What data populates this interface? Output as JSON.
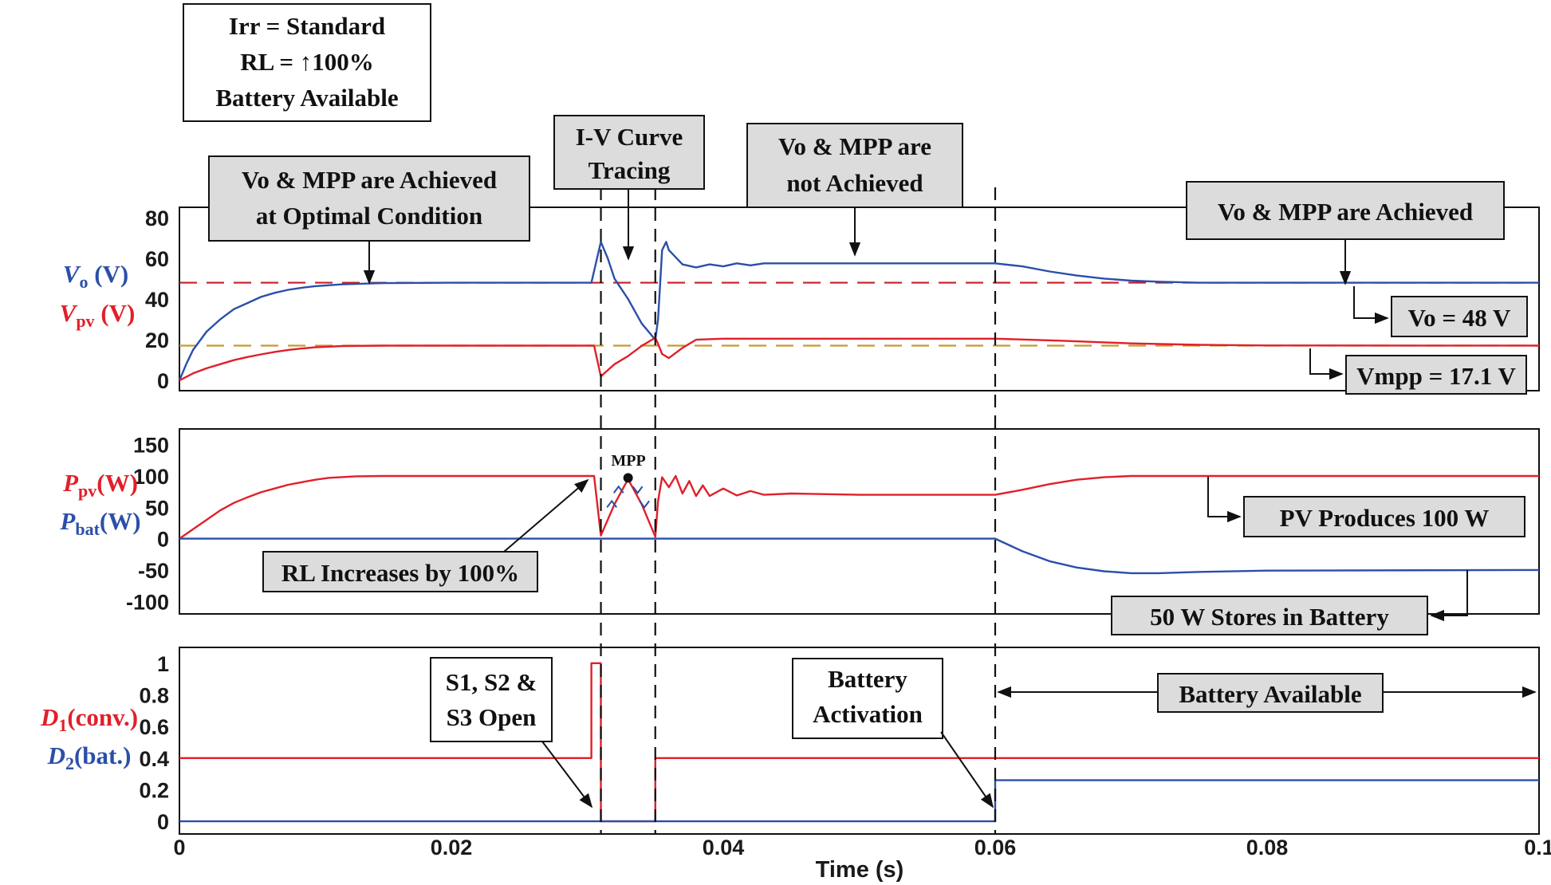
{
  "chart_data": {
    "type": "line",
    "xlabel": "Time (s)",
    "xlim": [
      0,
      0.1
    ],
    "x_ticks": [
      "0",
      "0.02",
      "0.04",
      "0.06",
      "0.08",
      "0.1"
    ],
    "condition_box": [
      "Irr = Standard",
      "RL = ↑100%",
      "Battery Available"
    ],
    "event_lines_s": [
      0.031,
      0.035,
      0.06
    ],
    "panels": [
      {
        "id": "voltage",
        "ylim": [
          -5,
          85
        ],
        "y_ticks": [
          0,
          20,
          40,
          60,
          80
        ],
        "ylabels": [
          {
            "main": "V",
            "sub": "o",
            "unit": " (V)",
            "color": "#2b4fa8"
          },
          {
            "main": "V",
            "sub": "pv",
            "unit": " (V)",
            "color": "#e0202a"
          }
        ],
        "series": [
          {
            "color": "#2b4fa8",
            "points": [
              [
                0,
                0
              ],
              [
                0.0005,
                8
              ],
              [
                0.001,
                15
              ],
              [
                0.002,
                24
              ],
              [
                0.003,
                30
              ],
              [
                0.004,
                35
              ],
              [
                0.005,
                38
              ],
              [
                0.006,
                41
              ],
              [
                0.007,
                43
              ],
              [
                0.008,
                44.5
              ],
              [
                0.009,
                45.5
              ],
              [
                0.01,
                46.3
              ],
              [
                0.012,
                47.2
              ],
              [
                0.015,
                47.8
              ],
              [
                0.02,
                48
              ],
              [
                0.03,
                48
              ],
              [
                0.0303,
                48
              ],
              [
                0.031,
                68
              ],
              [
                0.0315,
                60
              ],
              [
                0.032,
                50
              ],
              [
                0.033,
                40
              ],
              [
                0.034,
                28
              ],
              [
                0.035,
                20
              ],
              [
                0.0352,
                30
              ],
              [
                0.0355,
                64
              ],
              [
                0.0358,
                68
              ],
              [
                0.036,
                64
              ],
              [
                0.037,
                57
              ],
              [
                0.038,
                55.5
              ],
              [
                0.039,
                57
              ],
              [
                0.04,
                56
              ],
              [
                0.041,
                57.5
              ],
              [
                0.042,
                56.5
              ],
              [
                0.043,
                57.5
              ],
              [
                0.045,
                57.5
              ],
              [
                0.05,
                57.5
              ],
              [
                0.06,
                57.5
              ],
              [
                0.062,
                56
              ],
              [
                0.064,
                53.5
              ],
              [
                0.066,
                51.5
              ],
              [
                0.068,
                50
              ],
              [
                0.07,
                49
              ],
              [
                0.072,
                48.5
              ],
              [
                0.075,
                48
              ],
              [
                0.08,
                48
              ],
              [
                0.1,
                48
              ]
            ]
          },
          {
            "color": "#e0202a",
            "points": [
              [
                0,
                0
              ],
              [
                0.001,
                3.5
              ],
              [
                0.002,
                6
              ],
              [
                0.003,
                8
              ],
              [
                0.004,
                10
              ],
              [
                0.005,
                11.5
              ],
              [
                0.006,
                12.8
              ],
              [
                0.007,
                14
              ],
              [
                0.008,
                15
              ],
              [
                0.009,
                15.7
              ],
              [
                0.01,
                16.3
              ],
              [
                0.012,
                16.9
              ],
              [
                0.015,
                17.1
              ],
              [
                0.03,
                17.1
              ],
              [
                0.0305,
                17.1
              ],
              [
                0.031,
                2
              ],
              [
                0.0315,
                5
              ],
              [
                0.032,
                8
              ],
              [
                0.033,
                12
              ],
              [
                0.034,
                17
              ],
              [
                0.035,
                21
              ],
              [
                0.0352,
                18
              ],
              [
                0.0355,
                13
              ],
              [
                0.036,
                11
              ],
              [
                0.037,
                16
              ],
              [
                0.038,
                20
              ],
              [
                0.04,
                20.5
              ],
              [
                0.045,
                20.5
              ],
              [
                0.06,
                20.5
              ],
              [
                0.065,
                19.5
              ],
              [
                0.07,
                18.2
              ],
              [
                0.075,
                17.5
              ],
              [
                0.08,
                17.2
              ],
              [
                0.1,
                17.1
              ]
            ]
          }
        ],
        "references": [
          {
            "color": "#c81e28",
            "value": 48
          },
          {
            "color": "#c89a2e",
            "value": 17.1
          }
        ]
      },
      {
        "id": "power",
        "ylim": [
          -120,
          175
        ],
        "y_ticks": [
          150,
          100,
          50,
          0,
          -50,
          -100
        ],
        "ylabels": [
          {
            "main": "P",
            "sub": "pv",
            "unit": "(W)",
            "color": "#e0202a"
          },
          {
            "main": "P",
            "sub": "bat",
            "unit": "(W)",
            "color": "#2b4fa8"
          }
        ],
        "series": [
          {
            "color": "#e0202a",
            "points": [
              [
                0,
                0
              ],
              [
                0.001,
                15
              ],
              [
                0.002,
                30
              ],
              [
                0.003,
                45
              ],
              [
                0.004,
                57
              ],
              [
                0.005,
                66
              ],
              [
                0.006,
                74
              ],
              [
                0.007,
                80
              ],
              [
                0.008,
                86
              ],
              [
                0.009,
                90
              ],
              [
                0.01,
                94
              ],
              [
                0.011,
                97
              ],
              [
                0.013,
                99.5
              ],
              [
                0.015,
                100
              ],
              [
                0.03,
                100
              ],
              [
                0.0305,
                100
              ],
              [
                0.031,
                5
              ],
              [
                0.032,
                55
              ],
              [
                0.033,
                95
              ],
              [
                0.034,
                55
              ],
              [
                0.035,
                3
              ],
              [
                0.0352,
                60
              ],
              [
                0.0355,
                98
              ],
              [
                0.036,
                82
              ],
              [
                0.0365,
                100
              ],
              [
                0.037,
                72
              ],
              [
                0.0375,
                92
              ],
              [
                0.038,
                68
              ],
              [
                0.0385,
                85
              ],
              [
                0.039,
                68
              ],
              [
                0.04,
                80
              ],
              [
                0.041,
                69
              ],
              [
                0.042,
                76
              ],
              [
                0.043,
                70
              ],
              [
                0.045,
                72
              ],
              [
                0.05,
                70
              ],
              [
                0.06,
                70
              ],
              [
                0.062,
                78
              ],
              [
                0.064,
                87
              ],
              [
                0.066,
                94
              ],
              [
                0.068,
                98
              ],
              [
                0.07,
                100
              ],
              [
                0.1,
                100
              ]
            ]
          },
          {
            "color": "#2b4fa8",
            "points": [
              [
                0,
                0
              ],
              [
                0.06,
                0
              ],
              [
                0.062,
                -20
              ],
              [
                0.064,
                -36
              ],
              [
                0.066,
                -46
              ],
              [
                0.068,
                -52
              ],
              [
                0.07,
                -55
              ],
              [
                0.072,
                -55
              ],
              [
                0.075,
                -53
              ],
              [
                0.08,
                -51
              ],
              [
                0.1,
                -50
              ]
            ]
          }
        ],
        "mpp_label": "MPP",
        "mpp_point": [
          0.033,
          97
        ]
      },
      {
        "id": "duty",
        "ylim": [
          -0.08,
          1.1
        ],
        "y_ticks": [
          1,
          0.8,
          0.6,
          0.4,
          0.2,
          0
        ],
        "ylabels": [
          {
            "main": "D",
            "sub": "1",
            "unit": "(conv.)",
            "color": "#e0202a"
          },
          {
            "main": "D",
            "sub": "2",
            "unit": "(bat.)",
            "color": "#2b4fa8"
          }
        ],
        "series": [
          {
            "color": "#e0202a",
            "points": [
              [
                0,
                0.4
              ],
              [
                0.0303,
                0.4
              ],
              [
                0.0303,
                1
              ],
              [
                0.031,
                1
              ],
              [
                0.031,
                0
              ],
              [
                0.035,
                0
              ],
              [
                0.035,
                0.4
              ],
              [
                0.1,
                0.4
              ]
            ]
          },
          {
            "color": "#2b4fa8",
            "points": [
              [
                0,
                0
              ],
              [
                0.06,
                0
              ],
              [
                0.06,
                0.26
              ],
              [
                0.1,
                0.26
              ]
            ]
          }
        ]
      }
    ],
    "annotations": {
      "optimal": [
        "Vo & MPP are Achieved",
        "at Optimal Condition"
      ],
      "iv_curve": [
        "I-V Curve",
        "Tracing"
      ],
      "not_achieved": [
        "Vo & MPP are",
        "not Achieved"
      ],
      "achieved": "Vo & MPP are Achieved",
      "vo_ref": "Vo = 48 V",
      "vmpp_ref": "Vmpp = 17.1 V",
      "rl_increase": "RL Increases by 100%",
      "pv_produces": "PV Produces 100 W",
      "battery_stores": "50 W Stores in Battery",
      "switches_open": [
        "S1, S2 &",
        "S3 Open"
      ],
      "battery_activation": [
        "Battery",
        "Activation"
      ],
      "battery_available": "Battery Available"
    }
  }
}
